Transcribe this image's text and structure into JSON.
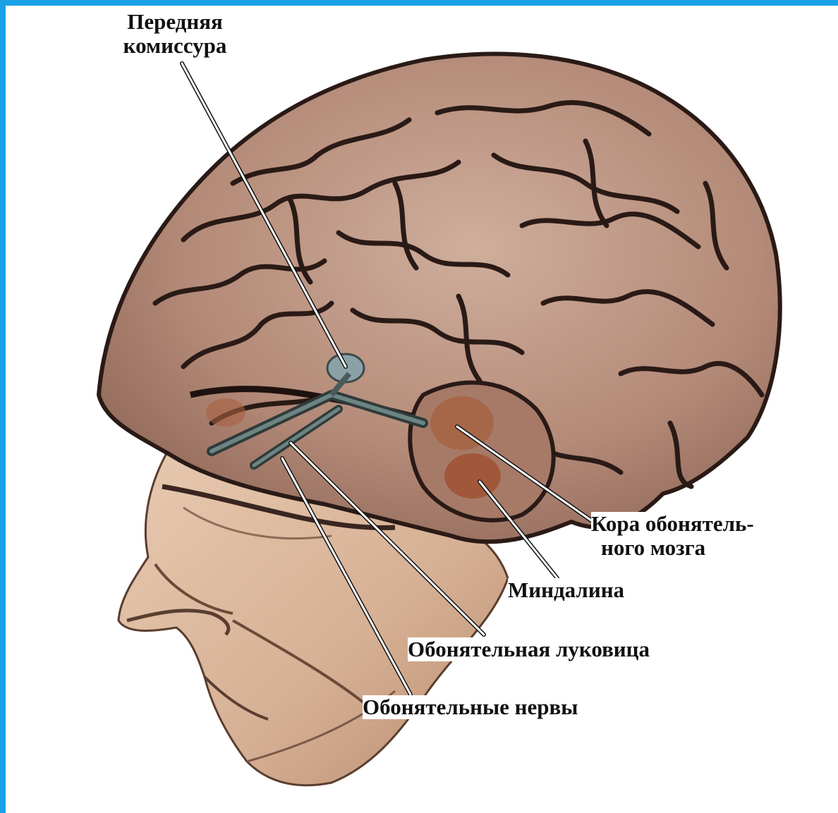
{
  "colors": {
    "frame": "#1aa0e6",
    "skin_light": "#e3c2a6",
    "skin_mid": "#c99e80",
    "skin_shadow": "#7a5848",
    "brain_base": "#b48a78",
    "brain_light": "#cfae9c",
    "sulci": "#2a1a16",
    "pointer_line": "#ffffff",
    "label_text": "#111111"
  },
  "labels": {
    "anterior_commissure": {
      "line1": "Передняя",
      "line2": "комиссура"
    },
    "olfactory_cortex": {
      "line1": "Кора обонятель-",
      "line2": "ного мозга"
    },
    "amygdala": "Миндалина",
    "olfactory_bulb": "Обонятельная луковица",
    "olfactory_nerves": "Обонятельные нервы"
  }
}
